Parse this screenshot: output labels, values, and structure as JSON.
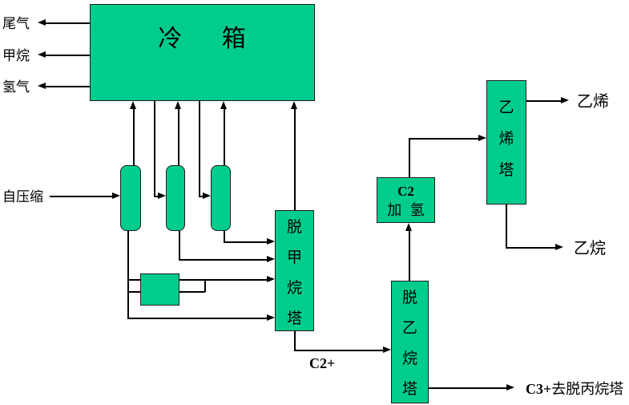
{
  "colors": {
    "box_fill": "#00CD8D",
    "line_color": "#000000",
    "background": "#FFFFFF"
  },
  "cold_box": {
    "title": "冷 箱"
  },
  "left_outputs": [
    {
      "label": "尾气"
    },
    {
      "label": "甲烷"
    },
    {
      "label": "氢气"
    }
  ],
  "feed": {
    "label": "自压缩"
  },
  "towers": {
    "demethanizer": {
      "label": "脱甲烷塔"
    },
    "deethanizer": {
      "label": "脱乙烷塔"
    },
    "ethylene_tower": {
      "label": "乙烯塔"
    }
  },
  "c2_hydrogenation": {
    "line1": "C2",
    "line2": "加 氢"
  },
  "streams": {
    "c2_plus": "C2+",
    "ethylene_product": "乙烯",
    "ethane_product": "乙烷",
    "c3_plus_prefix": "C3+",
    "c3_plus_suffix": "去脱丙烷塔"
  }
}
